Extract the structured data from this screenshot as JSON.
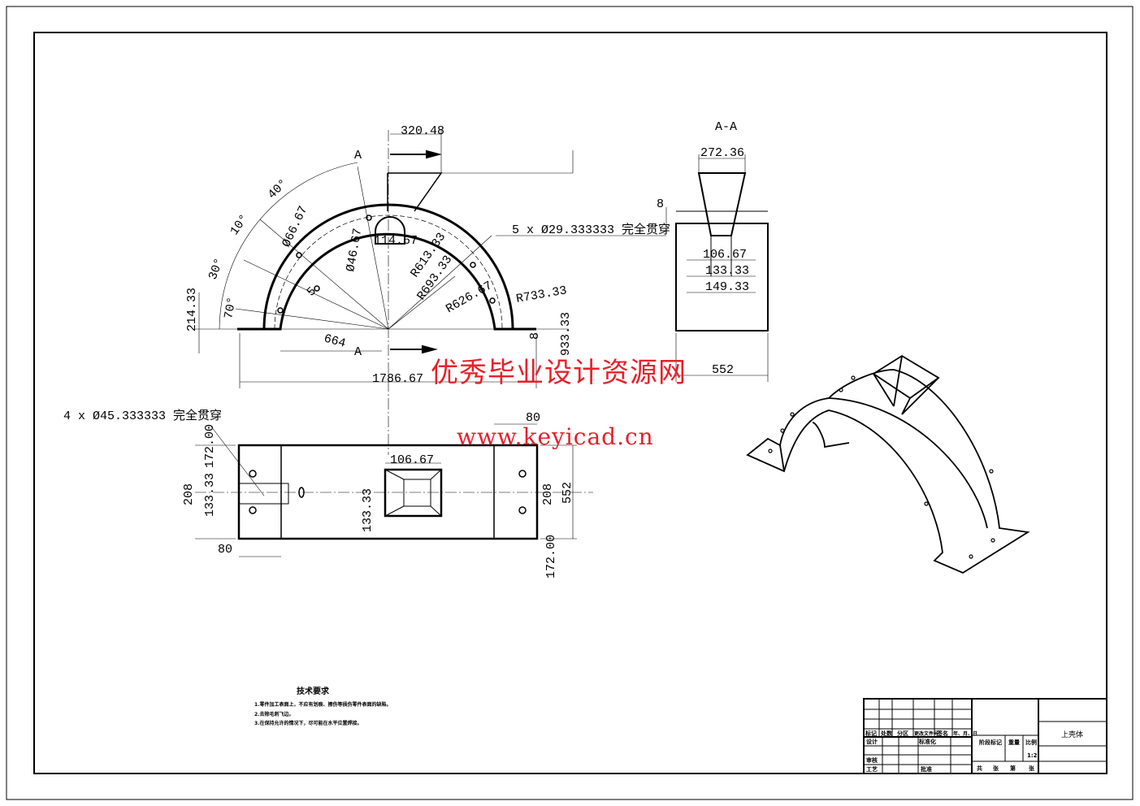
{
  "drawing": {
    "section_label": "A-A",
    "cut_label": "A",
    "dimensions_front": [
      "320.48",
      "40°",
      "10°",
      "30°",
      "70°",
      "Ø66.67",
      "Ø46.67",
      "114.67",
      "R613.33",
      "R693.33",
      "R626.67",
      "R733.33",
      "5",
      "214.33",
      "664",
      "8",
      "933.33",
      "1786.67"
    ],
    "hole_note_front": "5 x Ø29.333333 完全贯穿",
    "dimensions_section": [
      "272.36",
      "8",
      "106.67",
      "133.33",
      "149.33",
      "552"
    ],
    "hole_note_top": "4 x Ø45.333333 完全贯穿",
    "dimensions_top": [
      "172.00",
      "133.33",
      "208",
      "80",
      "106.67",
      "133.33",
      "80",
      "208",
      "552",
      "172.00"
    ]
  },
  "watermark": {
    "title": "优秀毕业设计资源网",
    "url": "www.keyicad.cn"
  },
  "tech_requirements": {
    "title": "技术要求",
    "items": [
      "1.零件加工表面上，不应有划痕、擦伤等损伤零件表面的缺陷。",
      "2.去除毛刺飞边。",
      "3.在保持允许的情况下，尽可能在水平位置焊接。"
    ]
  },
  "title_block": {
    "headers": [
      "标记",
      "处数",
      "分区",
      "更改文件号",
      "签名",
      "年、月、日"
    ],
    "design": "设计",
    "standard": "标准化",
    "review": "审核",
    "process": "工艺",
    "approve": "批准",
    "stage_mark": "阶段标记",
    "weight": "重量",
    "scale_label": "比例",
    "scale": "1:2",
    "sheets": [
      "共",
      "张",
      "第",
      "张"
    ],
    "part_name": "上壳体"
  }
}
